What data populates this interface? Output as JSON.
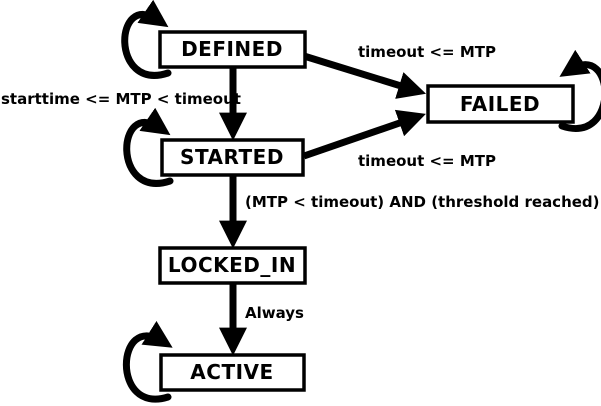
{
  "colors": {
    "ink": "#000000",
    "background": "#ffffff"
  },
  "states": {
    "defined": {
      "label": "DEFINED"
    },
    "failed": {
      "label": "FAILED"
    },
    "started": {
      "label": "STARTED"
    },
    "locked_in": {
      "label": "LOCKED_IN"
    },
    "active": {
      "label": "ACTIVE"
    }
  },
  "edges": {
    "defined_to_started": {
      "label": "starttime <= MTP < timeout"
    },
    "defined_to_failed": {
      "label": "timeout <= MTP"
    },
    "started_to_failed": {
      "label": "timeout <= MTP"
    },
    "started_to_locked_in": {
      "label": "(MTP < timeout) AND (threshold reached)"
    },
    "locked_in_to_active": {
      "label": "Always"
    }
  }
}
